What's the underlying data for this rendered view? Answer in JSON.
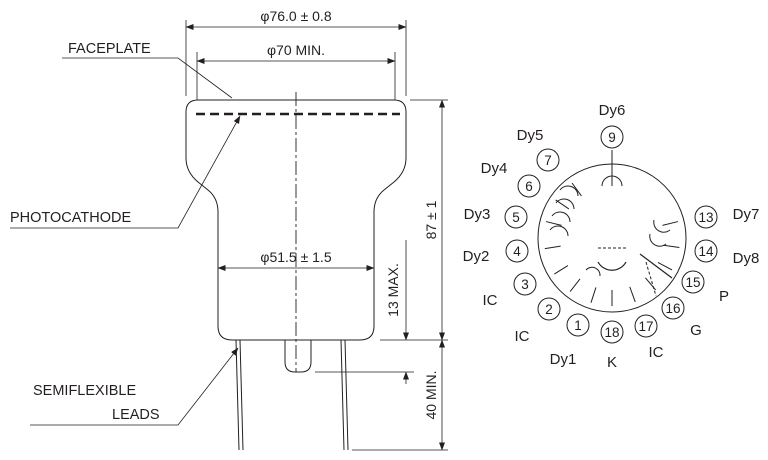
{
  "colors": {
    "tube_fill": "#cde7f7",
    "line": "#231f20",
    "pin_circle_fill": "#ffffff"
  },
  "outline": {
    "dim_overall_diameter": "φ76.0 ± 0.8",
    "dim_min_diameter": "φ70 MIN.",
    "dim_neck_diameter": "φ51.5 ± 1.5",
    "dim_length": "87 ± 1",
    "dim_base_max": "13 MAX.",
    "dim_lead_min": "40 MIN.",
    "label_faceplate": "FACEPLATE",
    "label_photocathode": "PHOTOCATHODE",
    "label_leads_line1": "SEMIFLEXIBLE",
    "label_leads_line2": "LEADS"
  },
  "base": {
    "pins": [
      {
        "number": "1",
        "name": "Dy1"
      },
      {
        "number": "2",
        "name": "IC"
      },
      {
        "number": "3",
        "name": "IC"
      },
      {
        "number": "4",
        "name": "Dy2"
      },
      {
        "number": "5",
        "name": "Dy3"
      },
      {
        "number": "6",
        "name": "Dy4"
      },
      {
        "number": "7",
        "name": "Dy5"
      },
      {
        "number": "9",
        "name": "Dy6"
      },
      {
        "number": "13",
        "name": "Dy7"
      },
      {
        "number": "14",
        "name": "Dy8"
      },
      {
        "number": "15",
        "name": "P"
      },
      {
        "number": "16",
        "name": "G"
      },
      {
        "number": "17",
        "name": "IC"
      },
      {
        "number": "18",
        "name": "K"
      }
    ]
  }
}
